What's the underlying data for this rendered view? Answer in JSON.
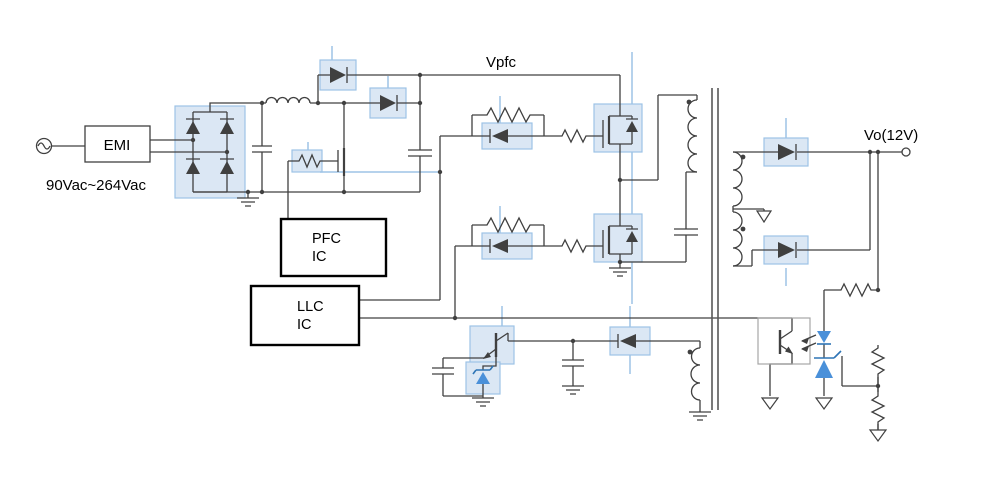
{
  "diagram": {
    "type": "power-supply-schematic",
    "labels": {
      "emi": "EMI",
      "input_range": "90Vac~264Vac",
      "vpfc": "Vpfc",
      "vout": "Vo(12V)",
      "pfc_ic": {
        "line1": "PFC",
        "line2": "IC"
      },
      "llc_ic": {
        "line1": "LLC",
        "line2": "IC"
      }
    },
    "colors": {
      "wire": "#404040",
      "component_highlight_fill": "#dbe7f4",
      "component_highlight_stroke": "#9dc3e6",
      "blue_component": "#4a90d9",
      "ic_border": "#000000",
      "background": "#ffffff"
    },
    "components": [
      "ac-source",
      "emi-filter",
      "bridge-rectifier",
      "boost-inductor",
      "bypass-diode",
      "boost-diode",
      "pfc-mosfet",
      "pfc-gate-resistor",
      "input-filter-capacitor",
      "bulk-capacitor",
      "pfc-controller-ic",
      "llc-controller-ic",
      "high-side-gate-network",
      "low-side-gate-network",
      "high-side-mosfet",
      "low-side-mosfet",
      "resonant-capacitor",
      "transformer",
      "output-rectifier-high",
      "output-rectifier-low",
      "output-terminal",
      "feedback-divider",
      "optocoupler",
      "opto-led",
      "shunt-regulator",
      "aux-rectifier-diode",
      "aux-pass-transistor",
      "aux-zener",
      "aux-capacitors",
      "aux-winding"
    ]
  }
}
